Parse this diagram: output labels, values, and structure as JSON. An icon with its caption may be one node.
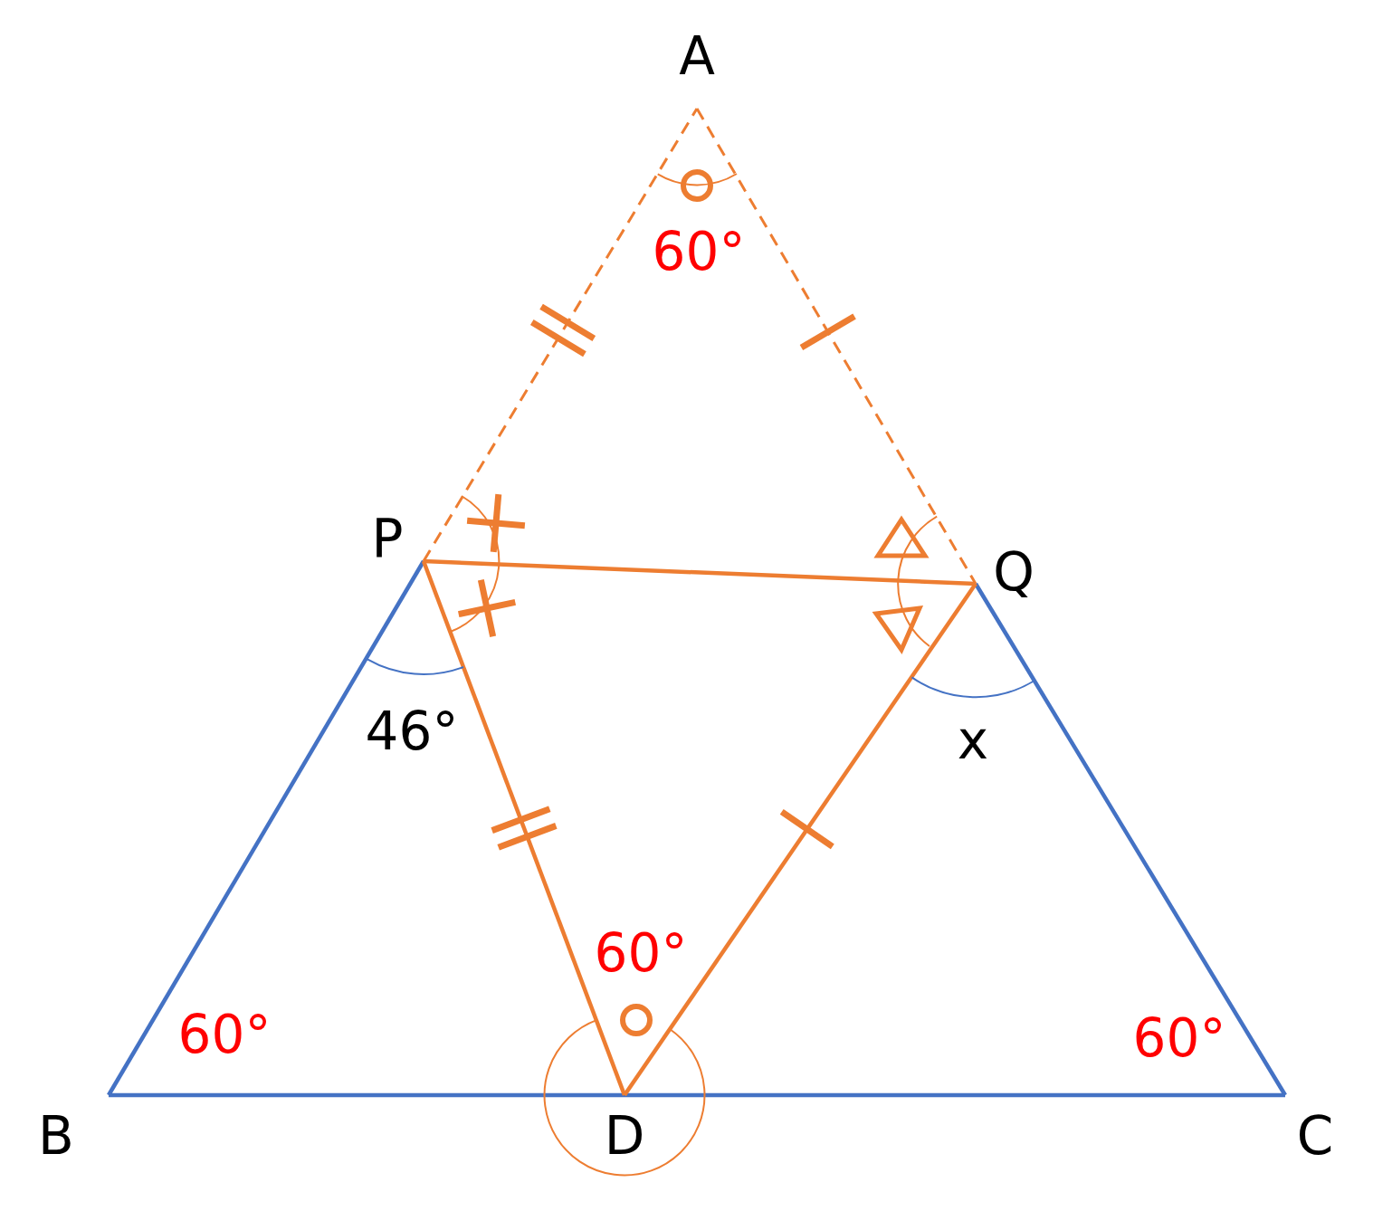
{
  "diagram": {
    "labels": [
      "A",
      "60°",
      "P",
      "Q",
      "46°",
      "x",
      "60°",
      "60°",
      "B",
      "D",
      "C",
      "60°"
    ]
  }
}
